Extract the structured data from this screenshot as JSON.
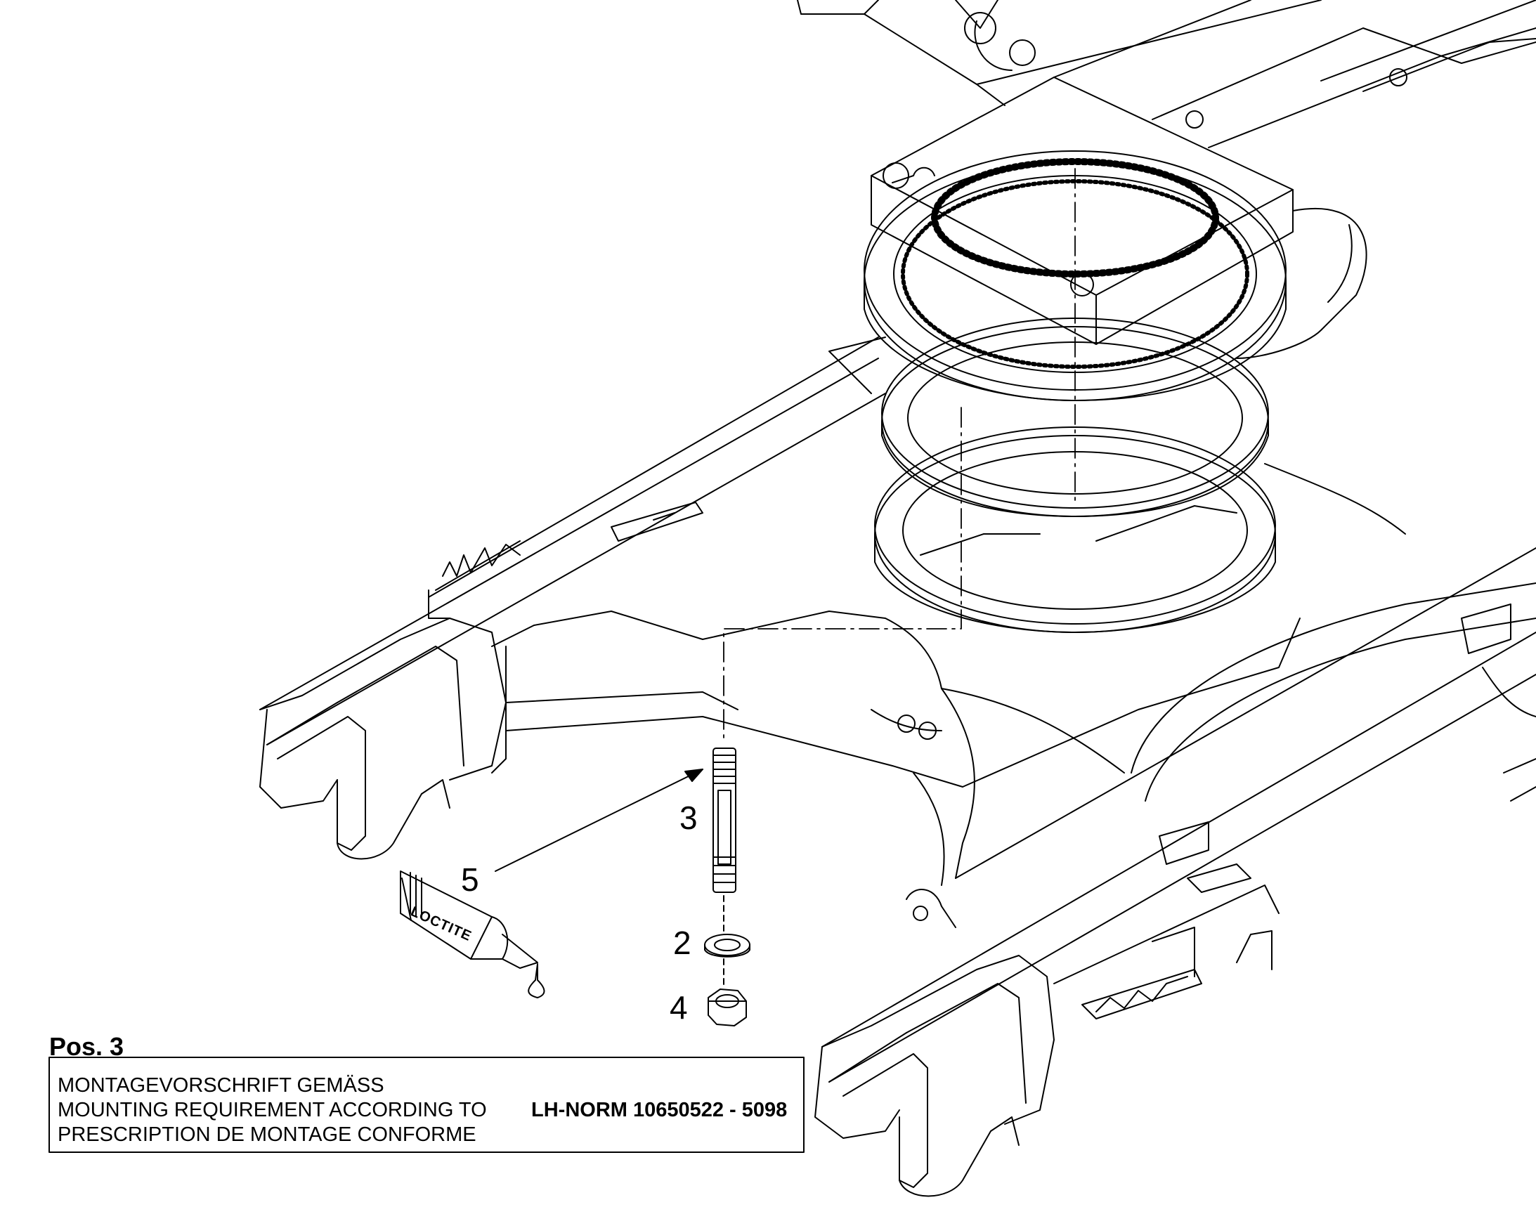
{
  "callouts": {
    "stud": "3",
    "washer": "2",
    "nut": "4",
    "adhesive": "5"
  },
  "tube_label": "LOCTITE",
  "note": {
    "title": "Pos. 3",
    "line_de": "MONTAGEVORSCHRIFT GEMÄSS",
    "line_en": "MOUNTING REQUIREMENT ACCORDING TO",
    "line_fr": "PRESCRIPTION DE MONTAGE CONFORME",
    "norm": "LH-NORM 10650522 - 5098"
  }
}
